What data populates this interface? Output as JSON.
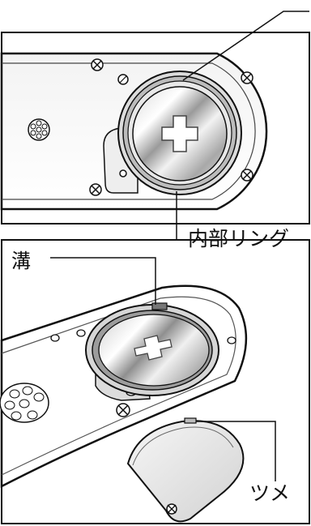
{
  "labels": {
    "inner_ring": "内部リング",
    "groove": "溝",
    "tab": "ツメ"
  },
  "colors": {
    "outline": "#111111",
    "body_fill": "#ffffff",
    "body_shade": "#e6e6e6",
    "metal_light": "#f4f4f4",
    "metal_mid": "#c8c8c8",
    "metal_dark": "#8a8a8a"
  },
  "icons": {
    "battery_mark": "plus-icon",
    "screws": "screw-icon",
    "speaker": "speaker-grille-icon"
  }
}
